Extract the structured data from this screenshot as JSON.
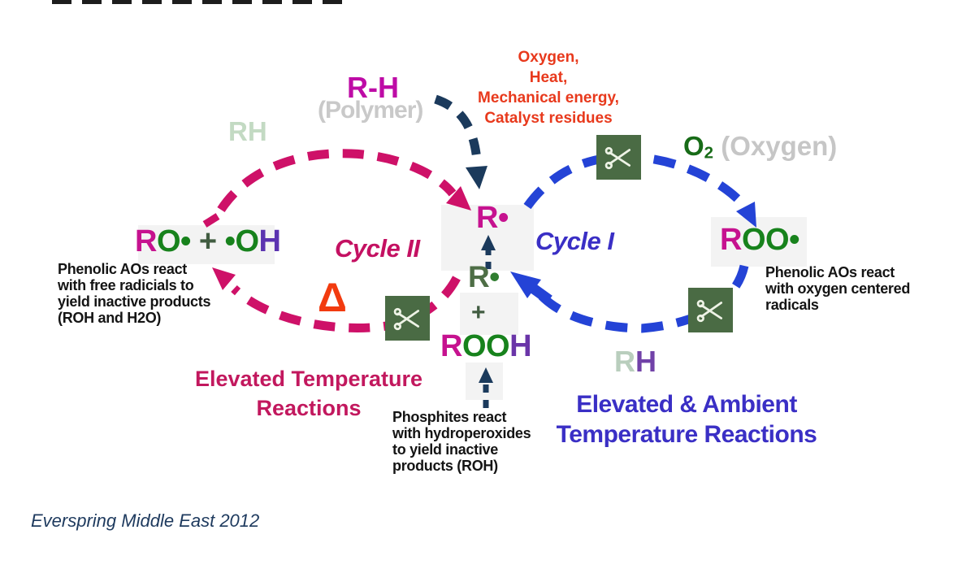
{
  "diagram": {
    "title_fragment_note": "cropped slide title (bottom edge of letters only)",
    "credit": "Everspring Middle East 2012",
    "colors": {
      "magenta_arc": "#ce1168",
      "blue_arc": "#2443d6",
      "navy_arrow": "#1b3a5c",
      "formula_r_magenta": "#c6128f",
      "formula_green": "#17821c",
      "formula_purple": "#6a35a8",
      "plus_green_gray": "#415c41",
      "pale_green": "#c3dac3",
      "gray_label": "#c9c9c9",
      "orange_text": "#e8391c",
      "delta_orange": "#f23b0f",
      "cycle1_blue": "#3a2fc5",
      "cycle2_magenta": "#c41162",
      "scissors_bg": "#4a6b44",
      "black_text": "#141414",
      "credit_navy": "#1e3a5e"
    }
  },
  "initiation": {
    "formula": "R-H",
    "annotation": "(Polymer)",
    "factors": [
      "Oxygen,",
      "Heat,",
      "Mechanical energy,",
      "Catalyst residues"
    ]
  },
  "cycle2": {
    "label": "Cycle II",
    "rh_upper": "RH",
    "delta": "Δ",
    "products": [
      {
        "t": "R",
        "c": "#c6128f"
      },
      {
        "t": "O",
        "c": "#17821c"
      },
      {
        "t": "•",
        "c": "#17821c"
      },
      {
        "t": " + ",
        "c": "#415c41"
      },
      {
        "t": "•",
        "c": "#17821c"
      },
      {
        "t": "O",
        "c": "#17821c"
      },
      {
        "t": "H",
        "c": "#5b33b0"
      }
    ],
    "note": [
      "Phenolic AOs react",
      "with free radicials to",
      "yield inactive products",
      "(ROH and H2O)"
    ],
    "caption": [
      "Elevated Temperature",
      "Reactions"
    ]
  },
  "cycle1": {
    "label": "Cycle I",
    "o2": [
      {
        "t": "O",
        "c": "#176b17"
      },
      {
        "t": "2",
        "c": "#176b17",
        "sub": true
      },
      {
        "t": " (Oxygen)",
        "c": "#c6c6c6"
      }
    ],
    "roo": [
      {
        "t": "R",
        "c": "#c6128f"
      },
      {
        "t": "O",
        "c": "#17821c"
      },
      {
        "t": "O",
        "c": "#17821c"
      },
      {
        "t": "•",
        "c": "#17821c"
      }
    ],
    "rh_lower": [
      {
        "t": "R",
        "c": "#b9cebd"
      },
      {
        "t": "H",
        "c": "#7142a8"
      }
    ],
    "note": [
      "Phenolic AOs react",
      "with oxygen centered",
      "radicals"
    ],
    "caption": [
      "Elevated & Ambient",
      "Temperature Reactions"
    ]
  },
  "center": {
    "r_radical": [
      {
        "t": "R",
        "c": "#c6128f"
      },
      {
        "t": "•",
        "c": "#c6128f"
      }
    ],
    "r_radical_green": [
      {
        "t": "R",
        "c": "#4e6e46"
      },
      {
        "t": "•",
        "c": "#2f7d2f"
      }
    ],
    "plus": "+",
    "rooh": [
      {
        "t": "R",
        "c": "#c6128f"
      },
      {
        "t": "O",
        "c": "#17821c"
      },
      {
        "t": "O",
        "c": "#17821c"
      },
      {
        "t": "H",
        "c": "#6a35a8"
      }
    ],
    "note": [
      "Phosphites react",
      "with hydroperoxides",
      "to yield inactive",
      "products (ROH)"
    ]
  }
}
